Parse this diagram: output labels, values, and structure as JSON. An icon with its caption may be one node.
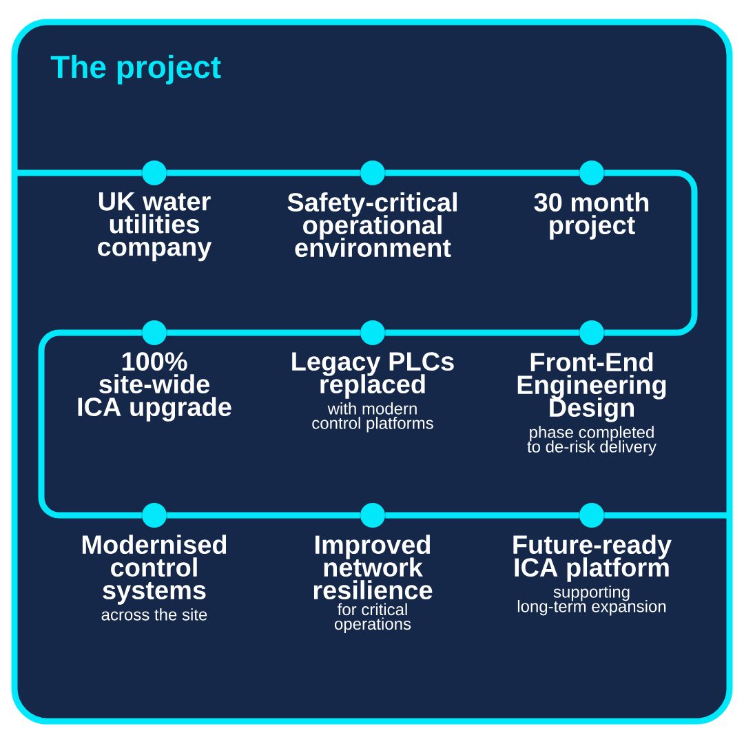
{
  "diagram": {
    "title": "The project",
    "nodes": [
      {
        "text": [
          "UK water utilities company"
        ]
      },
      {
        "text": [
          "Safety-critical operational environment"
        ]
      },
      {
        "text": [
          "30 month project"
        ]
      },
      {
        "text": [
          "100% site-wide ICA upgrade"
        ]
      },
      {
        "text": [
          "Legacy PLCs replaced",
          "with modern control platforms"
        ]
      },
      {
        "text": [
          "Front-End Engineering Design",
          "phase completed to de-risk delivery"
        ]
      },
      {
        "text": [
          "Modernised control systems",
          "across the site"
        ]
      },
      {
        "text": [
          "Improved network resilience",
          "for critical operations"
        ]
      },
      {
        "text": [
          "Future-ready ICA platform",
          "supporting long-term expansion"
        ]
      }
    ],
    "edges": [
      {
        "from": null,
        "to": 0,
        "arrow": "none"
      },
      {
        "from": 0,
        "to": 1,
        "arrow": "none"
      },
      {
        "from": 1,
        "to": 2,
        "arrow": "none"
      },
      {
        "from": 2,
        "to": 5,
        "arrow": "none"
      },
      {
        "from": 5,
        "to": 4,
        "arrow": "none"
      },
      {
        "from": 4,
        "to": 3,
        "arrow": "none"
      },
      {
        "from": 3,
        "to": 6,
        "arrow": "none"
      },
      {
        "from": 6,
        "to": 7,
        "arrow": "none"
      },
      {
        "from": 7,
        "to": 8,
        "arrow": "none"
      },
      {
        "from": 8,
        "to": null,
        "arrow": "none"
      }
    ]
  }
}
